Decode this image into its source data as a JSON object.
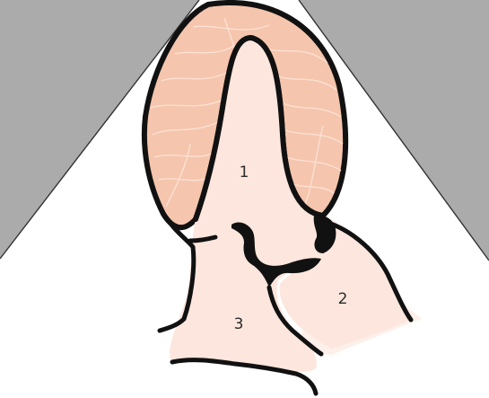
{
  "colors": {
    "background": "#ffffff",
    "outer_field": "#ababab",
    "myocardium_fill": "#f5c5ad",
    "myocardium_fibers": "#fbe6dc",
    "chamber_fill": "#fce6dd",
    "outline": "#111111"
  },
  "labels": {
    "region_1": "1",
    "region_2": "2",
    "region_3": "3"
  }
}
